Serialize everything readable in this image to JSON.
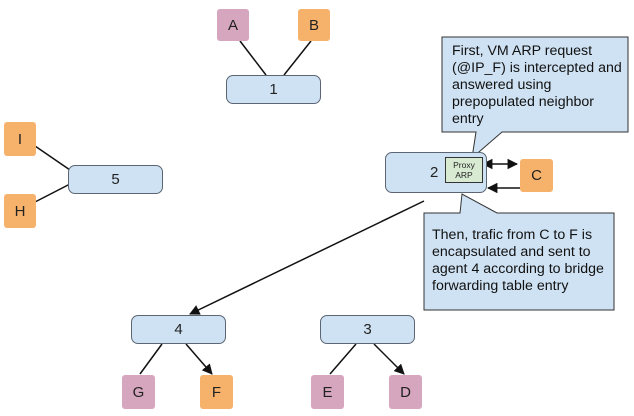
{
  "vms": {
    "a": "A",
    "b": "B",
    "c": "C",
    "d": "D",
    "e": "E",
    "f": "F",
    "g": "G",
    "h": "H",
    "i": "I"
  },
  "agents": {
    "one": "1",
    "two": "2",
    "three": "3",
    "four": "4",
    "five": "5"
  },
  "proxy": {
    "line1": "Proxy",
    "line2": "ARP"
  },
  "callouts": {
    "top": "First, VM ARP request (@IP_F) is intercepted and answered using prepopulated neighbor entry",
    "bottom": "Then, trafic from C to F is encapsulated and sent to agent 4 according to bridge forwarding table entry"
  },
  "colors": {
    "agent_fill": "#cfe2f3",
    "vm_pink": "#d5a6bd",
    "vm_orange": "#f6b26b",
    "callout_fill": "#cfe2f3",
    "proxy_fill": "#d9ead3"
  }
}
